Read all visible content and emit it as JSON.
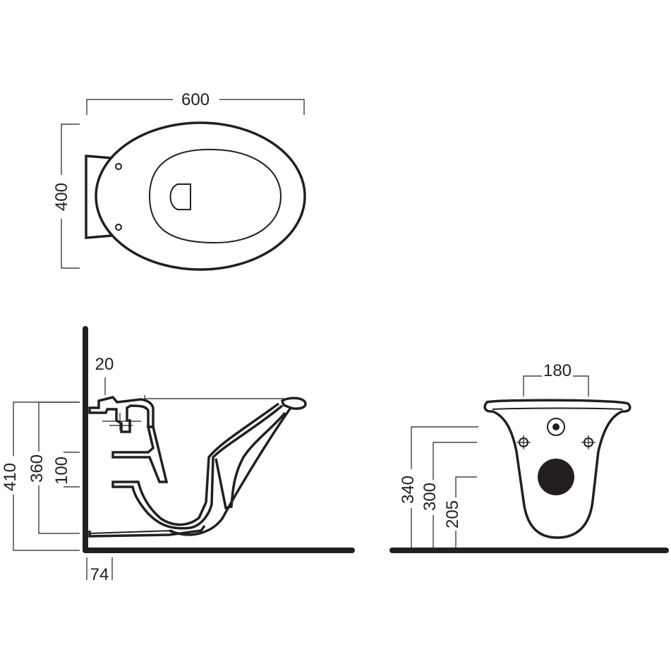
{
  "colors": {
    "line": "#231f20",
    "background": "#ffffff"
  },
  "top_view": {
    "width_label": "600",
    "depth_label": "400"
  },
  "side_view": {
    "wall_gap_label": "20",
    "height_rim_label": "410",
    "height_inlet_label": "360",
    "fixing_spacing_label": "100",
    "wall_offset_label": "74"
  },
  "rear_view": {
    "fixing_width_label": "180",
    "height_inlet_label": "340",
    "height_fixing_label": "300",
    "height_outlet_label": "205"
  }
}
